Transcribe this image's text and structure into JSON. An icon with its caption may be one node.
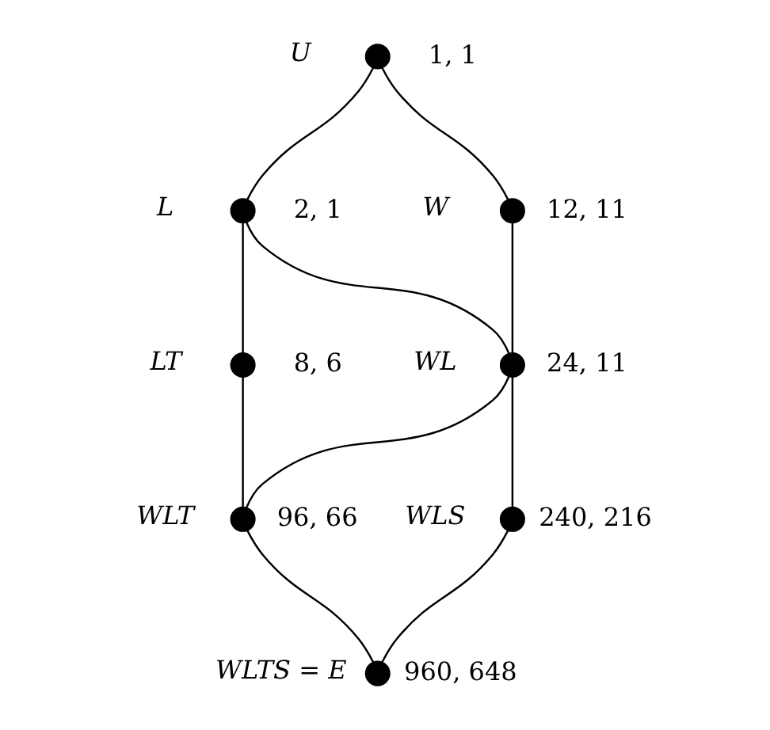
{
  "diagram": {
    "nodes": [
      {
        "text": [],
        "shape": "circle",
        "beside": [
          "U",
          "1, 1"
        ]
      },
      {
        "text": [],
        "shape": "circle",
        "beside": [
          "W",
          "12, 11"
        ]
      },
      {
        "text": [],
        "shape": "circle",
        "beside": [
          "L",
          "2, 1"
        ]
      },
      {
        "text": [],
        "shape": "circle",
        "beside": [
          "WL",
          "24, 11"
        ]
      },
      {
        "text": [],
        "shape": "circle",
        "beside": [
          "LT",
          "8, 6"
        ]
      },
      {
        "text": [],
        "shape": "circle",
        "beside": [
          "WLS",
          "240, 216"
        ]
      },
      {
        "text": [],
        "shape": "circle",
        "beside": [
          "WLT",
          "96, 66"
        ]
      },
      {
        "text": [],
        "shape": "circle",
        "beside": [
          "WLTS = E",
          "960, 648"
        ]
      }
    ],
    "edges": [
      {
        "from": 0,
        "to": 1,
        "arrow": "none"
      },
      {
        "from": 0,
        "to": 2,
        "arrow": "none"
      },
      {
        "from": 1,
        "to": 3,
        "arrow": "none"
      },
      {
        "from": 2,
        "to": 3,
        "arrow": "none"
      },
      {
        "from": 2,
        "to": 4,
        "arrow": "none"
      },
      {
        "from": 3,
        "to": 5,
        "arrow": "none"
      },
      {
        "from": 3,
        "to": 6,
        "arrow": "none"
      },
      {
        "from": 4,
        "to": 6,
        "arrow": "none"
      },
      {
        "from": 5,
        "to": 7,
        "arrow": "none"
      },
      {
        "from": 6,
        "to": 7,
        "arrow": "none"
      }
    ]
  }
}
